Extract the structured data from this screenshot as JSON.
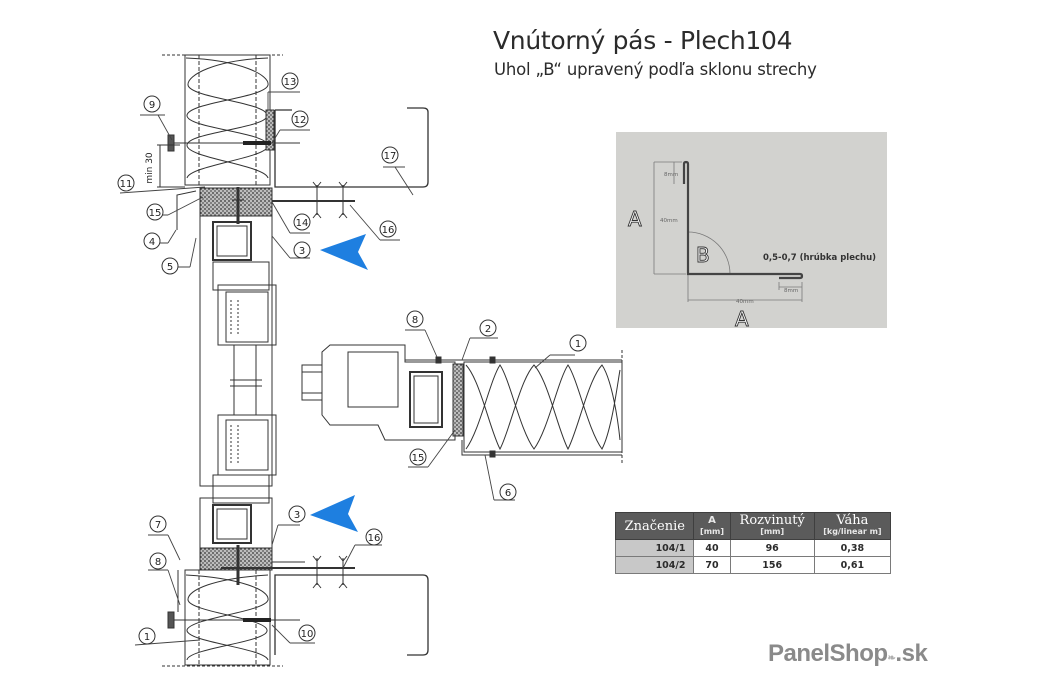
{
  "header": {
    "title": "Vnútorný pás - Plech104",
    "subtitle": "Uhol „B“ upravený podľa sklonu strechy"
  },
  "section_drawing": {
    "callouts": [
      "1",
      "2",
      "3",
      "4",
      "5",
      "6",
      "7",
      "8",
      "9",
      "10",
      "11",
      "12",
      "13",
      "14",
      "15",
      "16",
      "17"
    ],
    "top_callouts": {
      "c9": "9",
      "c13": "13",
      "c12": "12",
      "c17": "17",
      "c11": "11",
      "c15": "15",
      "c14": "14",
      "c16": "16",
      "c4": "4",
      "c3": "3",
      "c5": "5"
    },
    "middle_callouts": {
      "c8": "8",
      "c2": "2",
      "c1": "1",
      "c15": "15",
      "c6": "6"
    },
    "bottom_callouts": {
      "c3": "3",
      "c16": "16",
      "c7": "7",
      "c8": "8",
      "c1": "1",
      "c10": "10"
    },
    "dimension_label": "min 30",
    "pointer_color": "#1e7fe0"
  },
  "profile_detail": {
    "label_a_vertical": "A",
    "label_a_horizontal": "A",
    "label_b": "B",
    "dim_vertical": "40mm",
    "dim_horizontal": "40mm",
    "dim_top_fold": "8mm",
    "dim_bottom_fold": "8mm",
    "thickness_note": "0,5-0,7 (hrúbka plechu)",
    "background": "#d2d2cf"
  },
  "spec_table": {
    "headers": [
      {
        "main": "Značenie",
        "unit": ""
      },
      {
        "main": "A",
        "unit": "[mm]"
      },
      {
        "main": "Rozvinutý",
        "unit": "[mm]"
      },
      {
        "main": "Váha",
        "unit": "[kg/linear m]"
      }
    ],
    "rows": [
      {
        "code": "104/1",
        "a": "40",
        "rozvinuty": "96",
        "vaha": "0,38"
      },
      {
        "code": "104/2",
        "a": "70",
        "rozvinuty": "156",
        "vaha": "0,61"
      }
    ]
  },
  "branding": {
    "name": "PanelShop",
    "suffix": ".sk",
    "color": "#8a8a8a"
  }
}
